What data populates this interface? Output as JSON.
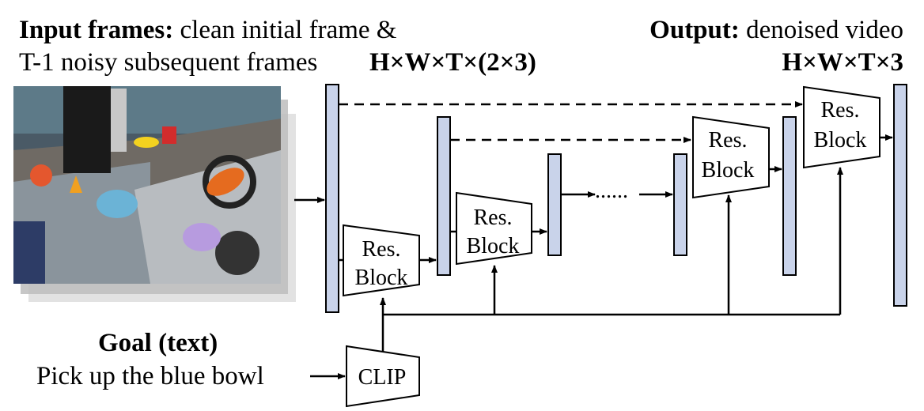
{
  "input": {
    "label_bold": "Input frames:",
    "label_rest": " clean initial frame &",
    "line2": "T-1 noisy subsequent frames",
    "dims": "H×W×T×(2×3)"
  },
  "output": {
    "label_bold": "Output:",
    "label_rest": " denoised video",
    "dims": "H×W×T×3"
  },
  "goal": {
    "title": "Goal (text)",
    "text": "Pick up the blue bowl"
  },
  "blocks": {
    "res_line1": "Res.",
    "res_line2": "Block",
    "clip": "CLIP"
  },
  "ellipsis": "......",
  "colors": {
    "feature_fill": "#c9d3ea",
    "stroke": "#000000"
  }
}
